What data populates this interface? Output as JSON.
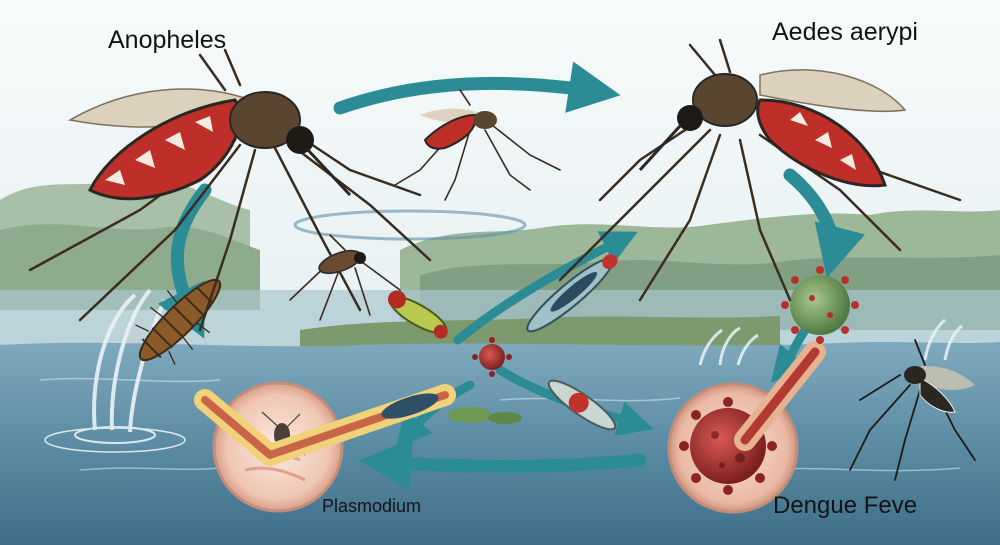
{
  "labels": {
    "anopheles": "Anopheles",
    "aedes": "Aedes aerypi",
    "plasmodium": "Plasmodium",
    "dengue": "Dengue Feve"
  },
  "colors": {
    "sky": "#eef5f6",
    "water": "#5f8fa6",
    "water_deep": "#3d7089",
    "foliage": "#8fae8a",
    "cycle_arrow": "#2b8c96",
    "mosquito_abdomen": "#c0322c",
    "mosquito_body": "#2a2622",
    "virus": "#a03030",
    "label_text": "#141414"
  },
  "icons": [
    "mosquito-icon",
    "larva-icon",
    "pupa-icon",
    "virus-icon",
    "parasite-icon",
    "cycle-arrow-icon",
    "lily-pad-icon",
    "water-splash-icon"
  ]
}
